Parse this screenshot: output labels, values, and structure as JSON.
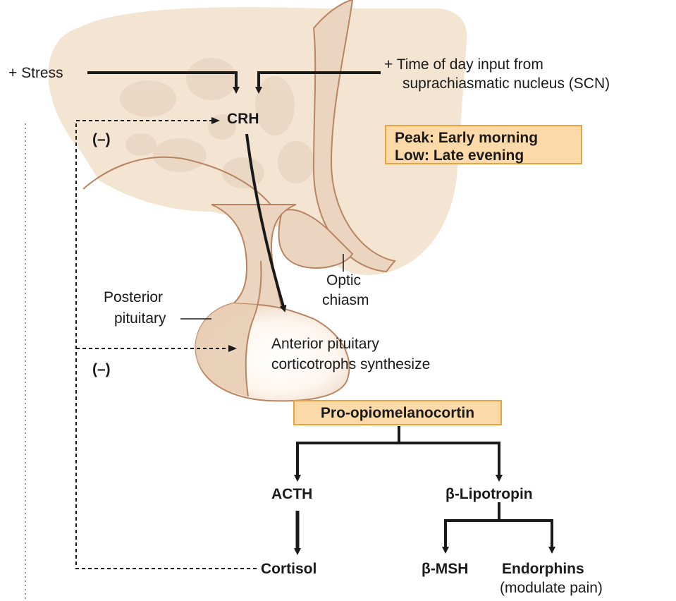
{
  "inputs": {
    "stress": "+ Stress",
    "time_of_day_line1": "+ Time of day input from",
    "time_of_day_line2": "suprachiasmatic nucleus (SCN)"
  },
  "hormones": {
    "crh": "CRH",
    "pomc": "Pro-opiomelanocortin",
    "acth": "ACTH",
    "lipotropin": "β-Lipotropin",
    "cortisol": "Cortisol",
    "msh": "β-MSH",
    "endorphins": "Endorphins",
    "endorphins_note": "(modulate pain)"
  },
  "rhythm_box": {
    "peak": "Peak: Early morning",
    "low": "Low: Late evening"
  },
  "feedback": {
    "hypothalamic_sign": "(–)",
    "pituitary_sign": "(–)"
  },
  "anatomy": {
    "posterior_line1": "Posterior",
    "posterior_line2": "pituitary",
    "optic_line1": "Optic",
    "optic_line2": "chiasm",
    "anterior_line1": "Anterior pituitary",
    "anterior_line2": "corticotrophs synthesize"
  },
  "colors": {
    "tissue": "#f4e4d2",
    "tissue_dark": "#e8cdb4",
    "outline": "#b98462",
    "box_fill": "#fbd9a8",
    "box_border": "#e8a33c",
    "arrow": "#1a1a1a"
  }
}
